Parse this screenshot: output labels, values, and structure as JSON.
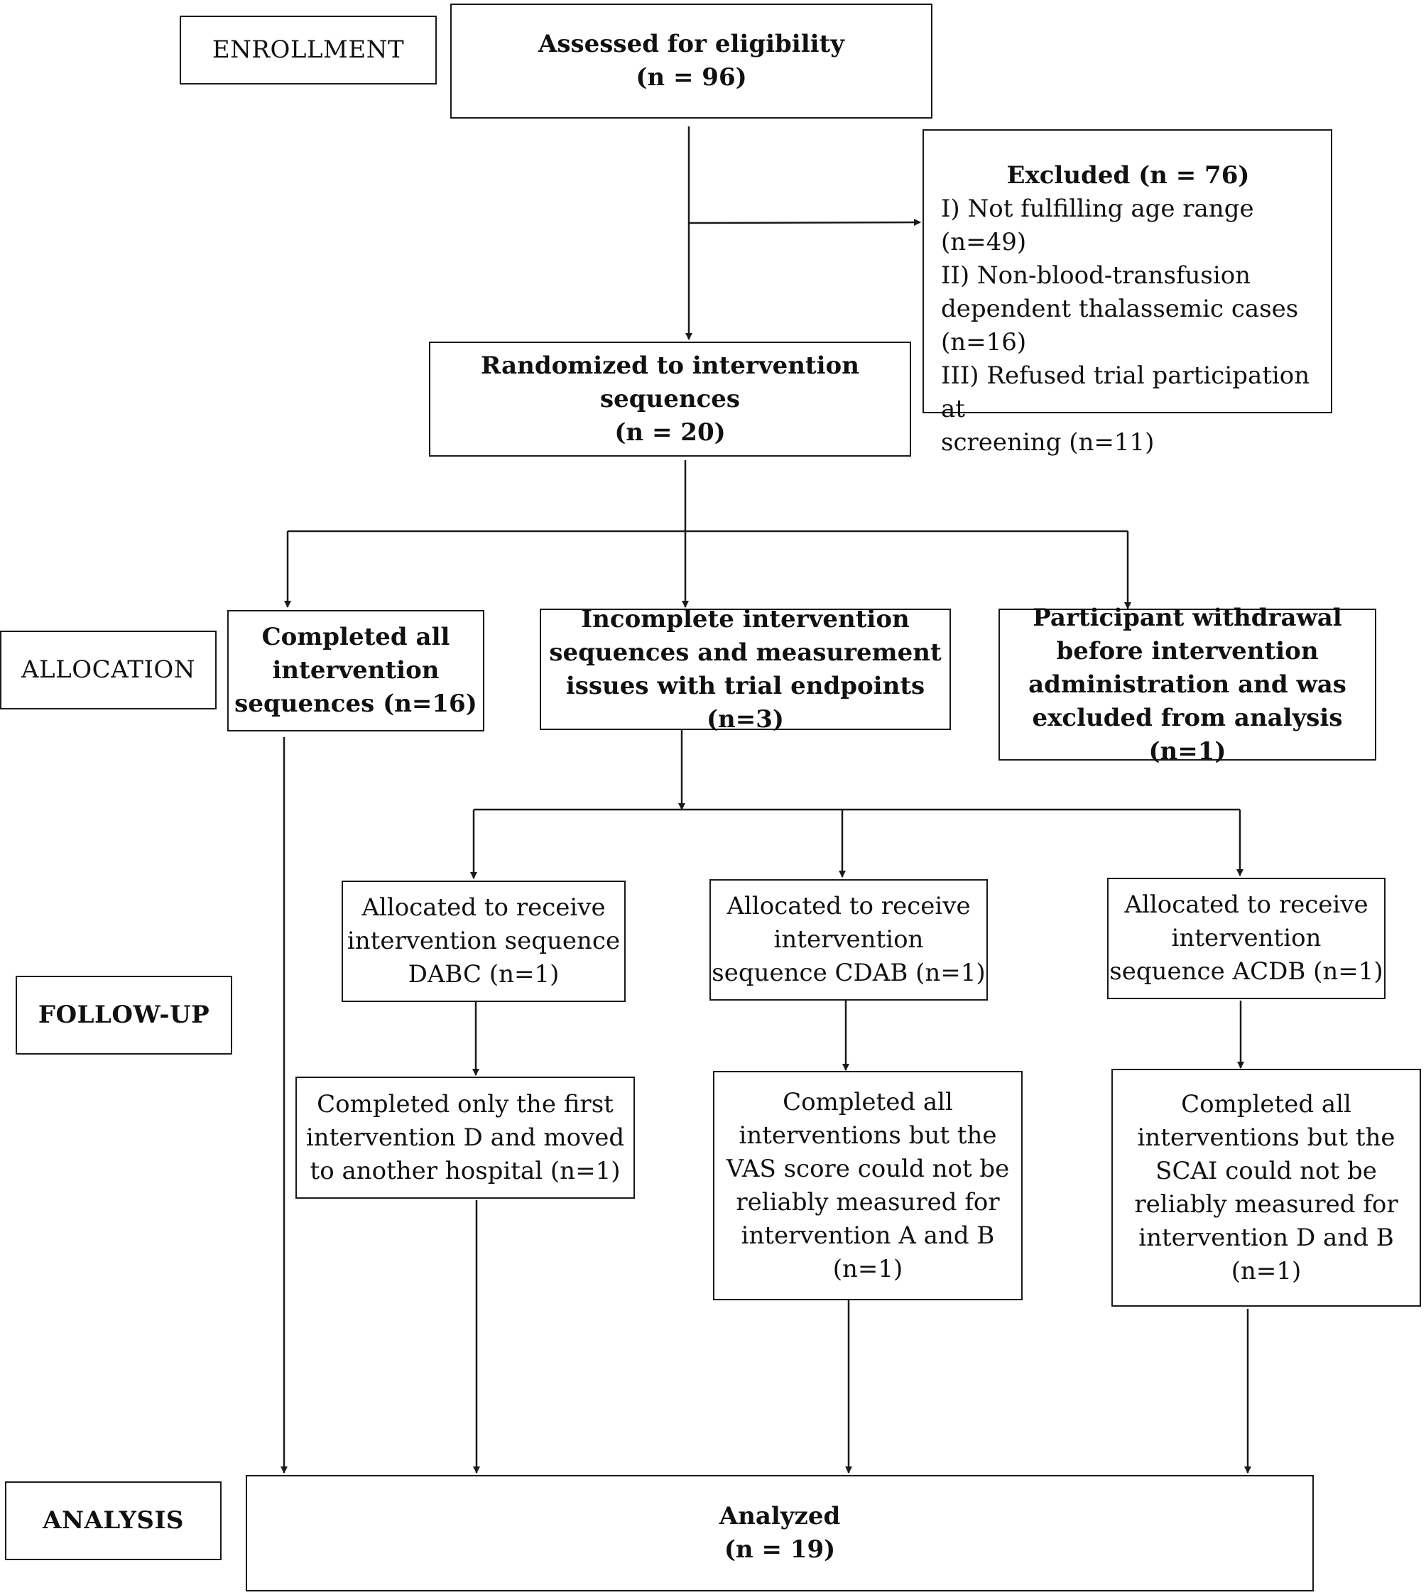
{
  "stages": {
    "enrollment": "ENROLLMENT",
    "allocation": "ALLOCATION",
    "follow_up": "FOLLOW-UP",
    "analysis": "ANALYSIS"
  },
  "assessed": {
    "title": "Assessed for eligibility",
    "count": "(n = 96)"
  },
  "excluded": {
    "title": "Excluded (n = 76)",
    "lines": [
      "I) Not fulfilling age range (n=49)",
      "II) Non-blood-transfusion",
      "dependent thalassemic cases",
      "(n=16)",
      "III) Refused trial participation at",
      "screening (n=11)"
    ]
  },
  "randomized": {
    "title": "Randomized to intervention sequences",
    "count": "(n = 20)"
  },
  "completed_all": {
    "lines": [
      "Completed all",
      "intervention",
      "sequences (n=16)"
    ]
  },
  "incomplete": {
    "lines": [
      "Incomplete intervention",
      "sequences and measurement",
      "issues with trial endpoints (n=3)"
    ]
  },
  "withdrawal": {
    "lines": [
      "Participant withdrawal",
      "before intervention",
      "administration and was",
      "excluded from analysis (n=1)"
    ]
  },
  "seq_dabc": {
    "lines": [
      "Allocated to receive",
      "intervention sequence",
      "DABC (n=1)"
    ]
  },
  "seq_cdab": {
    "lines": [
      "Allocated to receive",
      "intervention",
      "sequence CDAB (n=1)"
    ]
  },
  "seq_acdb": {
    "lines": [
      "Allocated to receive",
      "intervention",
      "sequence ACDB (n=1)"
    ]
  },
  "outcome_dabc": {
    "lines": [
      "Completed only the first",
      "intervention D and moved",
      "to another hospital (n=1)"
    ]
  },
  "outcome_cdab": {
    "lines": [
      "Completed all",
      "interventions but the",
      "VAS score could not be",
      "reliably measured for",
      "intervention A and B",
      "(n=1)"
    ]
  },
  "outcome_acdb": {
    "lines": [
      "Completed all",
      "interventions but the",
      "SCAI could not be",
      "reliably measured for",
      "intervention D and B",
      "(n=1)"
    ]
  },
  "analyzed": {
    "title": "Analyzed",
    "count": "(n = 19)"
  }
}
